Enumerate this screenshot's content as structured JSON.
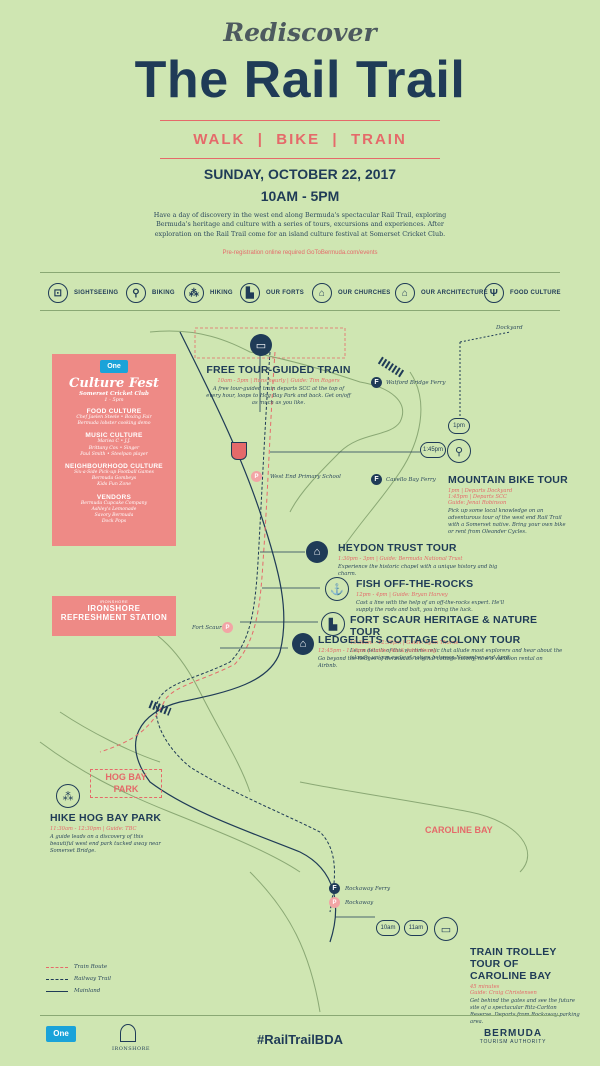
{
  "header": {
    "kicker": "Rediscover",
    "title": "The Rail Trail",
    "activities": "WALK  |  BIKE  |  TRAIN",
    "date": "SUNDAY, OCTOBER 22, 2017",
    "time": "10AM - 5PM",
    "intro": "Have a day of discovery in the west end along Bermuda's spectacular Rail Trail, exploring Bermuda's heritage and culture with a series of tours, excursions and experiences. After exploration on the Rail Trail come for an island culture festival at Somerset Cricket Club.",
    "prereg": "Pre-registration online required GoToBermuda.com/events"
  },
  "categories": [
    {
      "icon": "sightseeing-icon",
      "glyph": "⊡",
      "label": "SIGHTSEEING"
    },
    {
      "icon": "biking-icon",
      "glyph": "⚲",
      "label": "BIKING"
    },
    {
      "icon": "hiking-icon",
      "glyph": "⁂",
      "label": "HIKING"
    },
    {
      "icon": "fort-icon",
      "glyph": "▙",
      "label": "OUR FORTS"
    },
    {
      "icon": "church-icon",
      "glyph": "⌂",
      "label": "OUR CHURCHES"
    },
    {
      "icon": "architecture-icon",
      "glyph": "⌂",
      "label": "OUR ARCHITECTURE"
    },
    {
      "icon": "food-culture-icon",
      "glyph": "Ψ",
      "label": "FOOD CULTURE"
    }
  ],
  "culture_fest": {
    "badge": "One",
    "title": "Culture Fest",
    "venue": "Somerset Cricket Club",
    "time": "1 - 5pm",
    "sections": [
      {
        "heading": "FOOD CULTURE",
        "items": [
          "Chef Jaelen Steele  •  Boxing Fair",
          "Bermuda lobster cooking demo"
        ]
      },
      {
        "heading": "MUSIC CULTURE",
        "items": [
          "Mariea C  •  J.J.",
          "Brittany Cox  •  Singer",
          "Paul Smith  •  Steelpan player"
        ]
      },
      {
        "heading": "NEIGHBOURHOOD CULTURE",
        "items": [
          "Six-a-Side Pick-up Football Games",
          "Bermuda Gombeys",
          "Kids Fun Zone"
        ]
      },
      {
        "heading": "VENDORS",
        "items": [
          "Bermuda Cupcake Company",
          "Ashley's Lemonade",
          "Savory Bermuda",
          "Dock Pops"
        ]
      }
    ]
  },
  "refreshment": {
    "brand": "IRONSHORE",
    "label_line1": "IRONSHORE",
    "label_line2": "REFRESHMENT STATION"
  },
  "pois": {
    "train": {
      "title": "FREE TOUR-GUIDED TRAIN",
      "meta": "10am - 5pm  |  Runs hourly  |  Guide: Tim Rogers",
      "desc": "A free tour-guided train departs SCC at the top of every hour, loops to Hog Bay Park and back. Get on/off as much as you like."
    },
    "bike": {
      "title": "MOUNTAIN BIKE TOUR",
      "meta1": "1pm  |  Departs Dockyard",
      "meta2": "1:45pm  |  Departs SCC",
      "meta3": "Guide: Jenai Robinson",
      "desc": "Pick up some local knowledge on an adventurous tour of the west end Rail Trail with a Somerset native. Bring your own bike or rent from Oleander Cycles."
    },
    "heydon": {
      "title": "HEYDON TRUST TOUR",
      "meta": "1:30pm - 3pm  |  Guide: Bermuda National Trust",
      "desc": "Experience the historic chapel with a unique history and big charm."
    },
    "fish": {
      "title": "FISH OFF-THE-ROCKS",
      "meta": "12pm - 4pm  |  Guide: Bryan Harvey",
      "desc": "Cast a line with the help of an off-the-rocks expert. He'll supply the rods and bait, you bring the luck."
    },
    "fort": {
      "title": "FORT SCAUR HERITAGE & NATURE TOUR",
      "meta": "10:30am - 12:30pm  |  Guide: Lynn Thorne",
      "desc": "Learn details of this wartime relic that allude most explorers and hear about the island's unique cycle of nature between November and April."
    },
    "ledgelets": {
      "title": "LEDGELETS COTTAGE COLONY TOUR",
      "meta": "12:45pm - 1:15pm  |  Guide: Alo & John Young",
      "desc": "Go beyond the hedges of Bermuda's original cottage colony, now a vacation rental on Airbnb."
    },
    "hogbay": {
      "title": "HIKE HOG BAY PARK",
      "meta": "11:30am - 12:30pm  |  Guide: TBC",
      "desc": "A guide leads on a discovery of this beautiful west end park tucked away near Somerset Bridge."
    },
    "trolley": {
      "title_line1": "TRAIN TROLLEY",
      "title_line2": "TOUR OF",
      "title_line3": "CAROLINE BAY",
      "meta1": "45 minutes",
      "meta2": "Guide: Craig Christensen",
      "desc": "Get behind the gates and see the future site of a spectacular Ritz-Carlton Reserve. Departs from Rockaway parking area."
    }
  },
  "map_labels": {
    "dockyard": "Dockyard",
    "watford": "Watford Bridge Ferry",
    "cavello": "Cavello Bay Ferry",
    "west_end_school": "West End Primary School",
    "fort_scaur": "Fort Scaur",
    "hog_bay_1": "HOG BAY",
    "hog_bay_2": "PARK",
    "caroline_bay": "CAROLINE BAY",
    "rockaway_ferry": "Rockaway Ferry",
    "rockaway": "Rockaway",
    "ferry_letter": "F",
    "pin_letter": "P",
    "bike_time1": "1pm",
    "bike_time2": "1:45pm",
    "trolley_time1": "10am",
    "trolley_time2": "11am"
  },
  "legend": [
    {
      "label": "Train Route",
      "style": "dashed-pink"
    },
    {
      "label": "Railway Trail",
      "style": "dashed-navy"
    },
    {
      "label": "Mainland",
      "style": "solid-navy"
    }
  ],
  "footer": {
    "one_badge": "One",
    "ironshore": "IRONSHORE",
    "hashtag": "#RailTrailBDA",
    "bermuda": "BERMUDA",
    "bermuda_sub": "TOURISM AUTHORITY"
  },
  "colors": {
    "background": "#cfe6b2",
    "navy": "#1f3b57",
    "pink": "#e56a6a",
    "fest_pink": "#ee8a86"
  }
}
